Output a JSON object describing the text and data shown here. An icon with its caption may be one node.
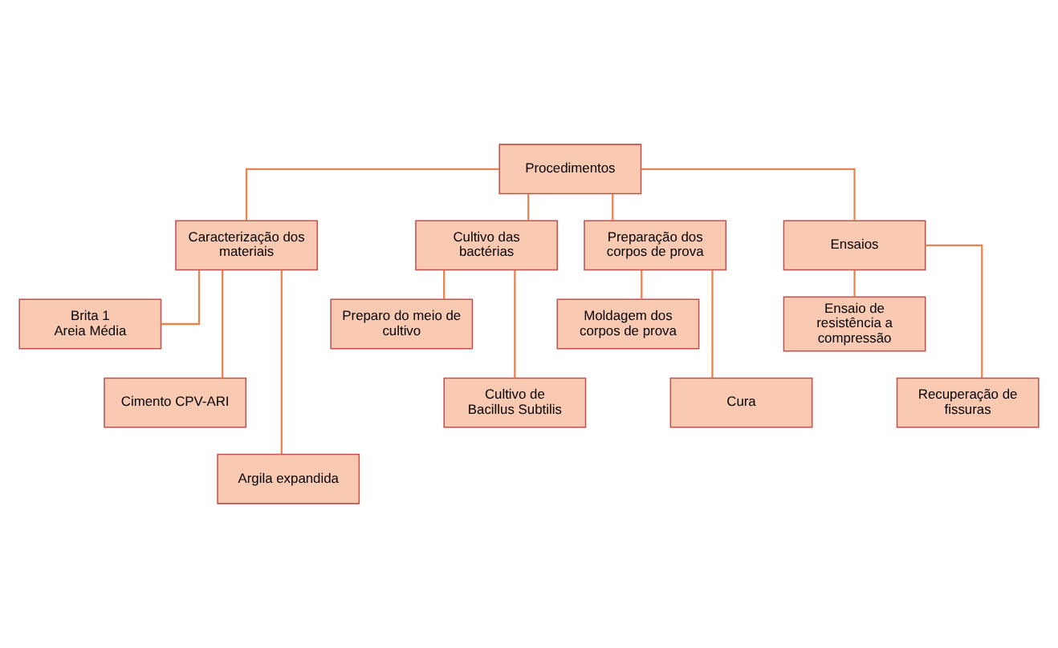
{
  "diagram": {
    "nodes": [
      {
        "text": [
          "Procedimentos"
        ]
      },
      {
        "text": [
          "Caracterização dos materiais"
        ]
      },
      {
        "text": [
          "Cultivo das bactérias"
        ]
      },
      {
        "text": [
          "Preparação dos corpos de prova"
        ]
      },
      {
        "text": [
          "Ensaios"
        ]
      },
      {
        "text": [
          "Brita 1",
          "Areia Média"
        ]
      },
      {
        "text": [
          "Cimento CPV-ARI"
        ]
      },
      {
        "text": [
          "Argila expandida"
        ]
      },
      {
        "text": [
          "Preparo do meio de cultivo"
        ]
      },
      {
        "text": [
          "Cultivo de Bacillus Subtilis"
        ]
      },
      {
        "text": [
          "Moldagem dos corpos de prova"
        ]
      },
      {
        "text": [
          "Cura"
        ]
      },
      {
        "text": [
          "Ensaio de resistência a compressão"
        ]
      },
      {
        "text": [
          "Recuperação de fissuras"
        ]
      }
    ],
    "edges": [
      {
        "from": 0,
        "to": 1,
        "arrow": "none"
      },
      {
        "from": 0,
        "to": 2,
        "arrow": "none"
      },
      {
        "from": 0,
        "to": 3,
        "arrow": "none"
      },
      {
        "from": 0,
        "to": 4,
        "arrow": "none"
      },
      {
        "from": 1,
        "to": 5,
        "arrow": "none"
      },
      {
        "from": 1,
        "to": 6,
        "arrow": "none"
      },
      {
        "from": 1,
        "to": 7,
        "arrow": "none"
      },
      {
        "from": 2,
        "to": 8,
        "arrow": "none"
      },
      {
        "from": 2,
        "to": 9,
        "arrow": "none"
      },
      {
        "from": 3,
        "to": 10,
        "arrow": "none"
      },
      {
        "from": 3,
        "to": 11,
        "arrow": "none"
      },
      {
        "from": 4,
        "to": 12,
        "arrow": "none"
      },
      {
        "from": 4,
        "to": 13,
        "arrow": "none"
      }
    ]
  }
}
